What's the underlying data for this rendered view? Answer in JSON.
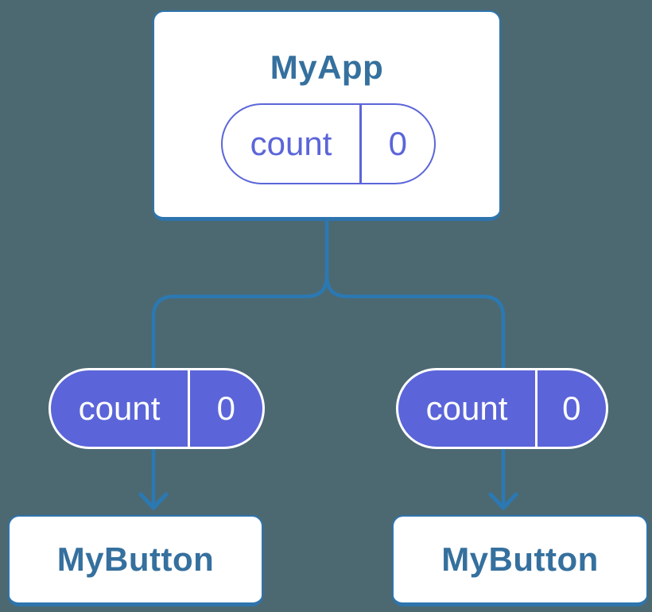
{
  "colors": {
    "background": "#4C6972",
    "line": "#2B79B3",
    "card_border": "#2E74AD",
    "title_text": "#35709E",
    "purple": "#5B65D9",
    "card_bg": "#FFFFFF",
    "pill_text_on_purple": "#FFFFFF"
  },
  "diagram": {
    "root": {
      "title": "MyApp",
      "state": {
        "label": "count",
        "value": "0"
      }
    },
    "children": [
      {
        "title": "MyButton",
        "prop": {
          "label": "count",
          "value": "0"
        }
      },
      {
        "title": "MyButton",
        "prop": {
          "label": "count",
          "value": "0"
        }
      }
    ]
  }
}
